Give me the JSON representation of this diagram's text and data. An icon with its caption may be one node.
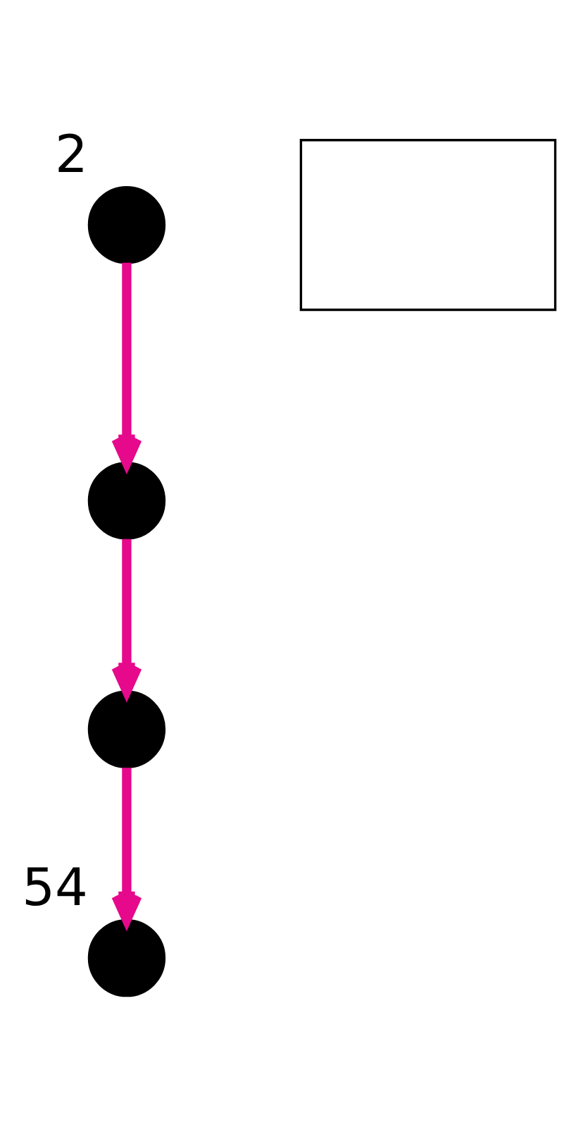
{
  "diagram": {
    "nodes": [
      {
        "text": [],
        "shape": "circle",
        "beside": [
          "2"
        ]
      },
      {
        "text": [],
        "shape": "circle"
      },
      {
        "text": [],
        "shape": "circle"
      },
      {
        "text": [],
        "shape": "circle",
        "beside": [
          "54"
        ]
      },
      {
        "text": [],
        "shape": "box"
      }
    ],
    "edges": [
      {
        "from": 0,
        "to": 1,
        "arrow": "to"
      },
      {
        "from": 1,
        "to": 2,
        "arrow": "to"
      },
      {
        "from": 2,
        "to": 3,
        "arrow": "to"
      }
    ]
  }
}
